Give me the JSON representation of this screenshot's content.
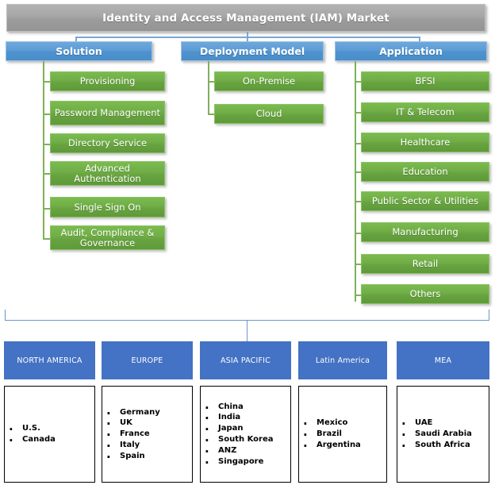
{
  "diagram": {
    "type": "market-segmentation-tree",
    "root": {
      "label": "Identity and Access Management (IAM) Market"
    },
    "colors": {
      "root": "#a6a6a6",
      "category": "#5b9bd5",
      "leaf": "#70ad47",
      "region_header": "#4472c4",
      "region_body_border": "#000000",
      "connector_blue": "#7aa6d6",
      "connector_green": "#7fb05a"
    },
    "categories": [
      {
        "label": "Solution",
        "items": [
          {
            "label": "Provisioning"
          },
          {
            "label": "Password Management"
          },
          {
            "label": "Directory Service"
          },
          {
            "label": "Advanced Authentication"
          },
          {
            "label": "Single Sign On"
          },
          {
            "label": "Audit, Compliance & Governance"
          }
        ]
      },
      {
        "label": "Deployment Model",
        "items": [
          {
            "label": "On-Premise"
          },
          {
            "label": "Cloud"
          }
        ]
      },
      {
        "label": "Application",
        "items": [
          {
            "label": "BFSI"
          },
          {
            "label": "IT & Telecom"
          },
          {
            "label": "Healthcare"
          },
          {
            "label": "Education"
          },
          {
            "label": "Public Sector & Utilities"
          },
          {
            "label": "Manufacturing"
          },
          {
            "label": "Retail"
          },
          {
            "label": "Others"
          }
        ]
      }
    ],
    "regions": [
      {
        "label": "NORTH AMERICA",
        "countries": [
          "U.S.",
          "Canada"
        ]
      },
      {
        "label": "EUROPE",
        "countries": [
          "Germany",
          "UK",
          "France",
          "Italy",
          "Spain"
        ]
      },
      {
        "label": "ASIA PACIFIC",
        "countries": [
          "China",
          "India",
          "Japan",
          "South Korea",
          "ANZ",
          "Singapore"
        ]
      },
      {
        "label": "Latin America",
        "countries": [
          "Mexico",
          "Brazil",
          "Argentina"
        ]
      },
      {
        "label": "MEA",
        "countries": [
          "UAE",
          "Saudi Arabia",
          "South Africa"
        ]
      }
    ]
  }
}
